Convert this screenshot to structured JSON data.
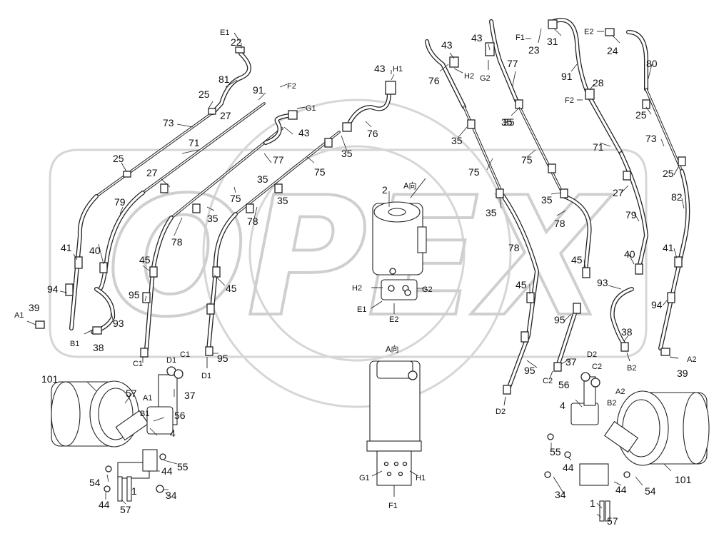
{
  "watermark": {
    "text": "OPEX"
  },
  "part_labels": {
    "p101": "101",
    "p57": "57",
    "p37": "37",
    "p56": "56",
    "p4": "4",
    "p55": "55",
    "p54": "54",
    "p44": "44",
    "p1": "1",
    "p34": "34",
    "p22": "22",
    "p81": "81",
    "p25": "25",
    "p91": "91",
    "p27": "27",
    "p73": "73",
    "p71": "71",
    "p79": "79",
    "p40": "40",
    "p41": "41",
    "p94": "94",
    "p39": "39",
    "p93": "93",
    "p38": "38",
    "p45": "45",
    "p95": "95",
    "p78": "78",
    "p35": "35",
    "p75": "75",
    "p77": "77",
    "p43": "43",
    "p76": "76",
    "p2": "2",
    "p23": "23",
    "p31": "31",
    "p24": "24",
    "p80": "80",
    "p28": "28",
    "p82": "82"
  },
  "ports": {
    "A1": "A1",
    "A2": "A2",
    "B1": "B1",
    "B2": "B2",
    "C1": "C1",
    "C2": "C2",
    "D1": "D1",
    "D2": "D2",
    "E1": "E1",
    "E2": "E2",
    "F1": "F1",
    "F2": "F2",
    "G1": "G1",
    "G2": "G2",
    "H1": "H1",
    "H2": "H2"
  },
  "views": {
    "a_direction": "A向"
  }
}
